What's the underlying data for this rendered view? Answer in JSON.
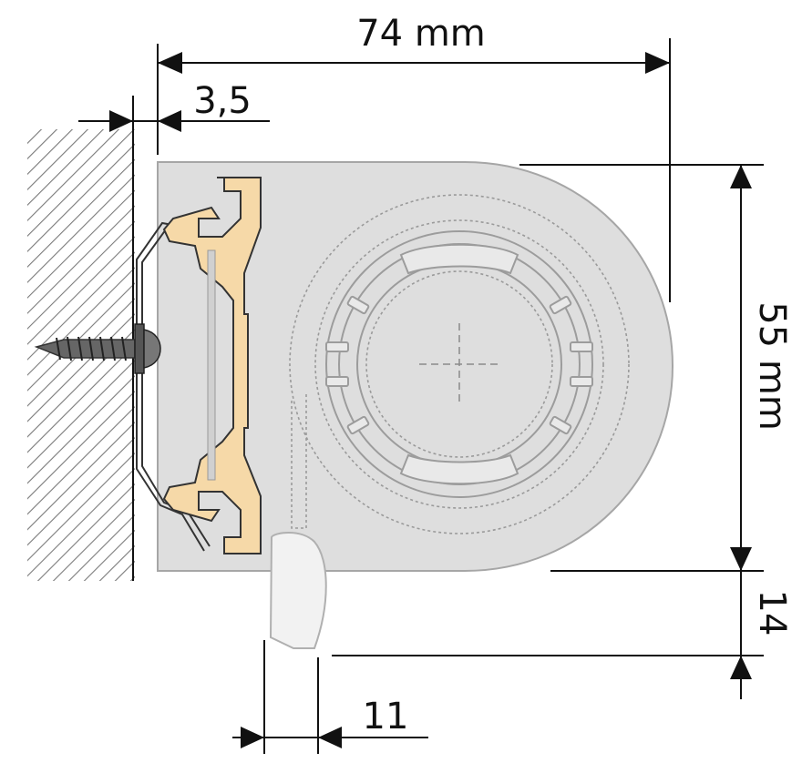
{
  "dimensions": {
    "width_total": "74 mm",
    "gap": "3,5",
    "height": "55 mm",
    "bottom_offset": "14",
    "handle_width": "11"
  },
  "colors": {
    "wall_hatch": "#7a7a7a",
    "housing_fill": "#dedede",
    "housing_stroke": "#a6a6a6",
    "profile_fill": "#f6d9a8",
    "profile_stroke": "#333333",
    "dimension_line": "#111111",
    "dotted": "#9a9a9a",
    "screw": "#444444"
  }
}
